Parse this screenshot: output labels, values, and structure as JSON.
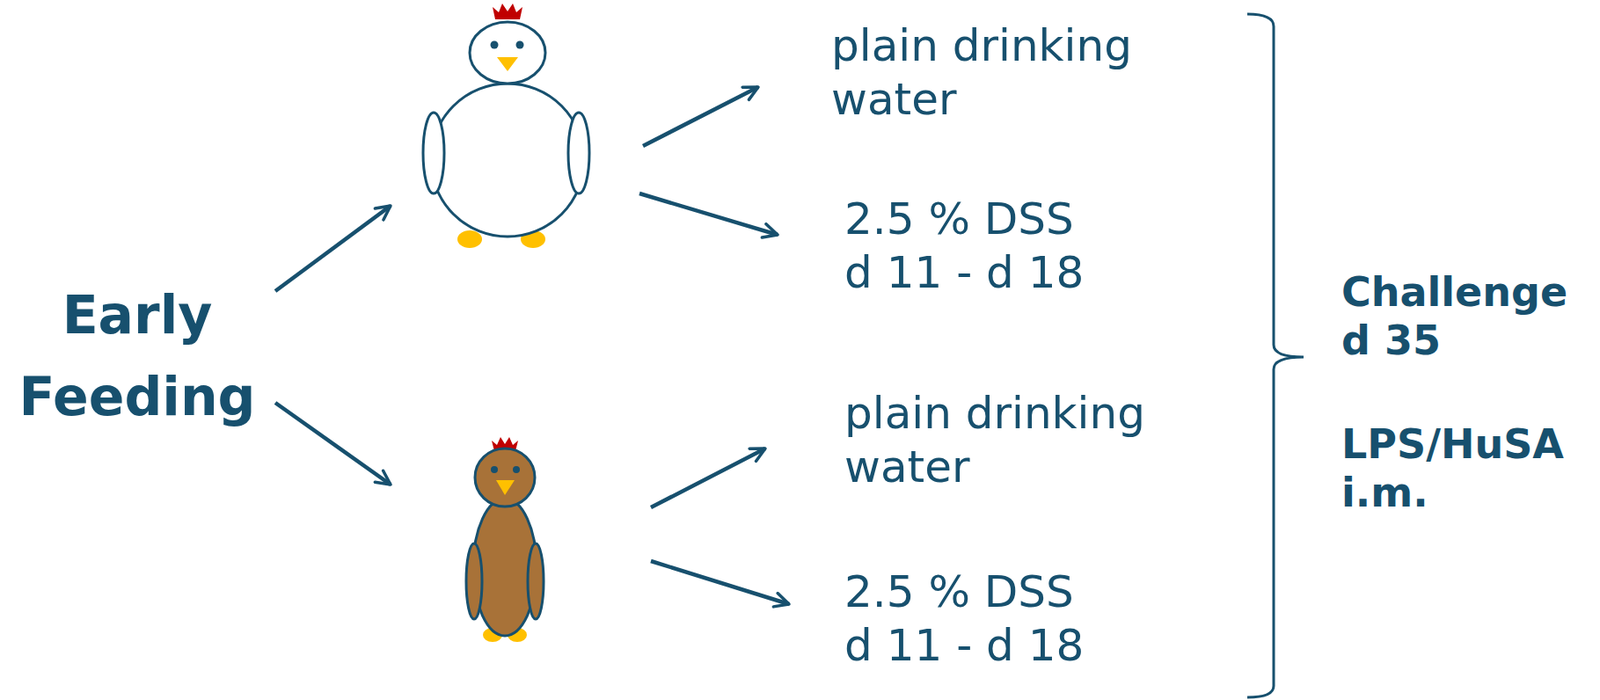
{
  "diagram": {
    "labels": [
      "Early Feeding",
      "plain drinking water",
      "2.5 % DSS d 11 - d 18",
      "plain drinking water",
      "2.5 % DSS d 11 - d 18",
      "Challenge d 35",
      "LPS/HuSA i.m."
    ]
  }
}
